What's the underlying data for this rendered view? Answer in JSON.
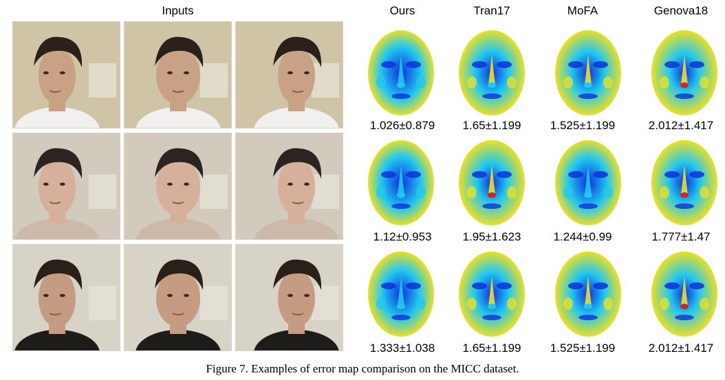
{
  "headers": {
    "inputs": "Inputs",
    "ours": "Ours",
    "tran17": "Tran17",
    "mofa": "MoFA",
    "genova18": "Genova18"
  },
  "photos": {
    "rows": [
      {
        "skin": "#c9a184",
        "hair": "#2a211b",
        "shirt": "#f2f0ee",
        "bg": "#cfc5a6"
      },
      {
        "skin": "#d6b09a",
        "hair": "#2b2420",
        "shirt": "#cdb9a8",
        "bg": "#d2cbbd"
      },
      {
        "skin": "#c59c82",
        "hair": "#2a201a",
        "shirt": "#1e1c1b",
        "bg": "#d7d3c6"
      }
    ],
    "views": [
      "left-profile",
      "front",
      "right-three-quarter"
    ]
  },
  "error_maps": {
    "methods": [
      "Ours",
      "Tran17",
      "MoFA",
      "Genova18"
    ],
    "colors": {
      "low": "#1030d8",
      "mid": "#20c8f0",
      "high": "#f0e020",
      "max": "#e02010"
    },
    "rows": [
      [
        "1.026±0.879",
        "1.65±1.199",
        "1.525±1.199",
        "2.012±1.417"
      ],
      [
        "1.12±0.953",
        "1.95±1.623",
        "1.244±0.99",
        "1.777±1.47"
      ],
      [
        "1.333±1.038",
        "1.65±1.199",
        "1.525±1.199",
        "2.012±1.417"
      ]
    ],
    "intensity": [
      [
        0.15,
        0.55,
        0.6,
        0.8
      ],
      [
        0.2,
        0.75,
        0.3,
        0.7
      ],
      [
        0.35,
        0.55,
        0.6,
        0.8
      ]
    ]
  },
  "caption": "Figure 7. Examples of error map comparison on the MICC dataset."
}
